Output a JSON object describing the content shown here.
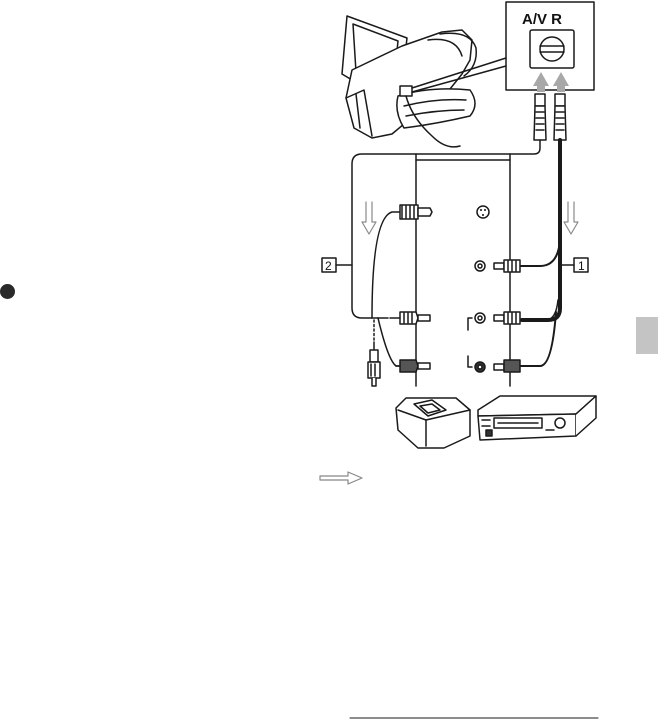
{
  "diagram": {
    "jack_label": "A/V R",
    "callout_1": "1",
    "callout_2": "2"
  },
  "colors": {
    "line": "#1a1a1a",
    "gray_arrow": "#9a9a9a",
    "side_tab": "#c4c4c4",
    "bullet": "#2a2a2a"
  },
  "icons": [
    "camcorder-icon",
    "av-jack-icon",
    "dvd-writer-icon",
    "vcr-icon",
    "signal-flow-arrow-icon",
    "bullet-icon",
    "section-tab"
  ]
}
